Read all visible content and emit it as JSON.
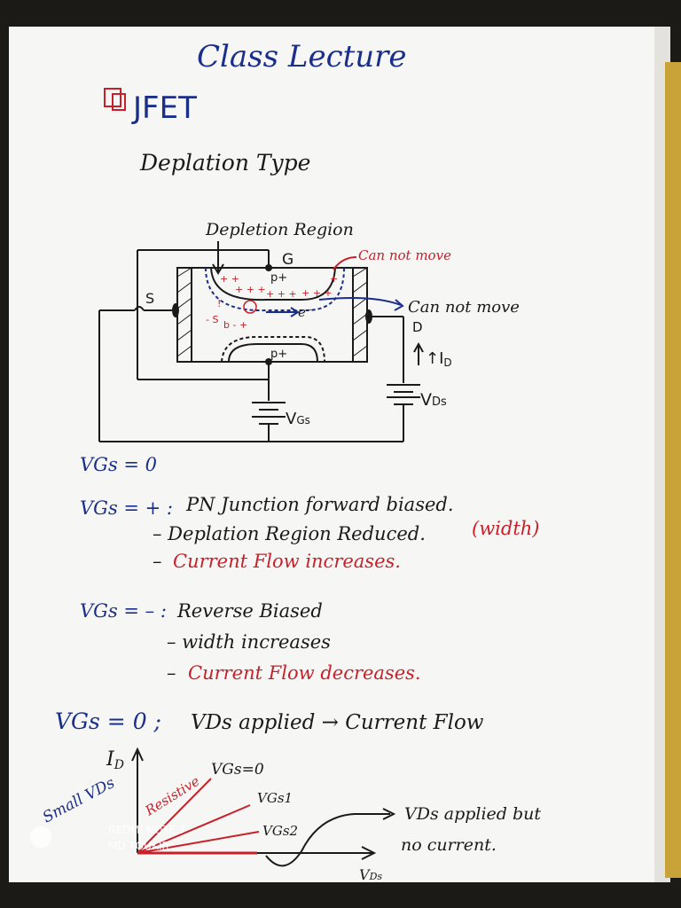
{
  "page": {
    "title": "Class Lecture",
    "section_marker": "JFET",
    "subtitle": "Deplation Type",
    "accent_colors": {
      "blue": "#1b2f8a",
      "red": "#c8202a",
      "ink": "#1a1a1a"
    }
  },
  "diagram": {
    "depletion_label": "Depletion Region",
    "gate_label": "G",
    "cannot_move_top": "Can not move",
    "cannot_move_right": "Can not move",
    "source_label": "S",
    "drain_label": "D",
    "electron_label": "e⁻",
    "p_top": "p+",
    "p_bottom": "p+",
    "id_label": "↑I",
    "id_sub": "D",
    "vds_label": "V",
    "vds_sub": "Ds",
    "vgs_label": "V",
    "vgs_sub": "Gs"
  },
  "notes": {
    "line1": "VGs = 0",
    "line2_lhs": "VGs = + :",
    "line2_text": "PN Junction forward biased.",
    "line3": "– Deplation Region Reduced.",
    "line3_red": "(width)",
    "line4_dash": "–",
    "line4_red": "Current Flow increases.",
    "line5_lhs": "VGs = – :",
    "line5_text": "Reverse Biased",
    "line6": "– width increases",
    "line7_dash": "–",
    "line7_red": "Current Flow decreases.",
    "line8_lhs": "VGs = 0 ;",
    "line8_text": "VDs applied → Current Flow"
  },
  "graph": {
    "y_axis": "I",
    "y_sub": "D",
    "x_axis": "V",
    "x_sub": "Ds",
    "resistive": "Resistive",
    "curve1": "VGs=0",
    "curve2": "VGs1",
    "curve3": "VGs2",
    "small_vds": "Small VDs",
    "annotation_line1": "VDs applied but",
    "annotation_line2": "no current."
  },
  "watermark": {
    "line1": "REDMI NOTE 7",
    "line2": "MD TOUKIR"
  }
}
